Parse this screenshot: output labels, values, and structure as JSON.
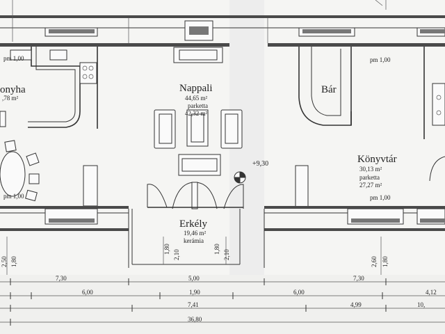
{
  "rooms": {
    "konyha": {
      "name": "onyha",
      "area": ",78 m²"
    },
    "nappali": {
      "name": "Nappali",
      "area": "44,65 m²",
      "floor": "parketta",
      "floor_area": "42,32 m²"
    },
    "bar": {
      "name": "Bár"
    },
    "konyvtar": {
      "name": "Könyvtár",
      "area": "30,13 m²",
      "floor": "parketta",
      "floor_area": "27,27 m²"
    },
    "erkely": {
      "name": "Erkély",
      "area": "19,46 m²",
      "floor": "kerámia"
    }
  },
  "level_mark": "+9,30",
  "parapet": {
    "top_left": "pm 1,00",
    "top_right": "pm 1,00",
    "bottom_left": "pm 1,00",
    "bottom_right": "pm 1,00"
  },
  "vertical_dims": {
    "left_a": "2,50",
    "left_b": "1,80",
    "mid_a": "1,80",
    "mid_b": "2,10",
    "mid_c": "1,80",
    "mid_d": "2,10",
    "right_a": "2,60",
    "right_b": "1,80"
  },
  "dimension_rows": {
    "row1": [
      "7,30",
      "5,00",
      "7,30"
    ],
    "row2": [
      "6,00",
      "1,90",
      "6,00",
      "4,12"
    ],
    "row3": [
      "7,41",
      "4,99",
      "10,"
    ],
    "row4": [
      "36,80"
    ]
  }
}
